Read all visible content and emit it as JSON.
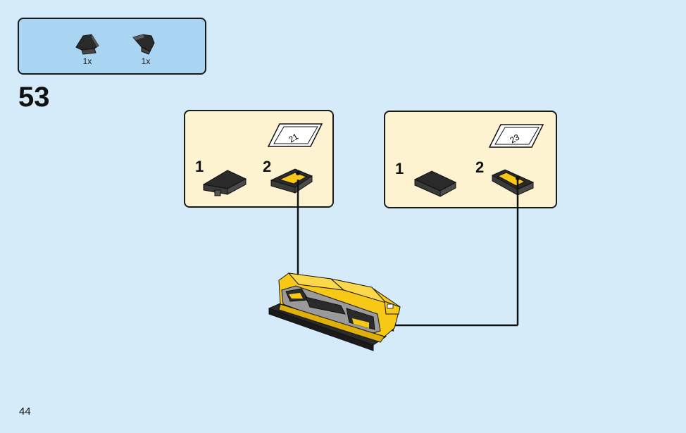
{
  "parts_list": {
    "items": [
      {
        "icon": "slope-wedge-left-icon",
        "quantity": "1x"
      },
      {
        "icon": "slope-wedge-right-icon",
        "quantity": "1x"
      }
    ]
  },
  "step": {
    "number": "53"
  },
  "sub_steps": [
    {
      "step_label": "1",
      "step_label_2": "2",
      "ref_number": "21"
    },
    {
      "step_label": "1",
      "step_label_2": "2",
      "ref_number": "23"
    }
  ],
  "page": {
    "number": "44"
  },
  "colors": {
    "background": "#d6ebfa",
    "parts_box": "#a9d4f2",
    "sub_box": "#fdf3d0",
    "model_yellow": "#f7c815",
    "brick_dark": "#2b2b2b"
  }
}
